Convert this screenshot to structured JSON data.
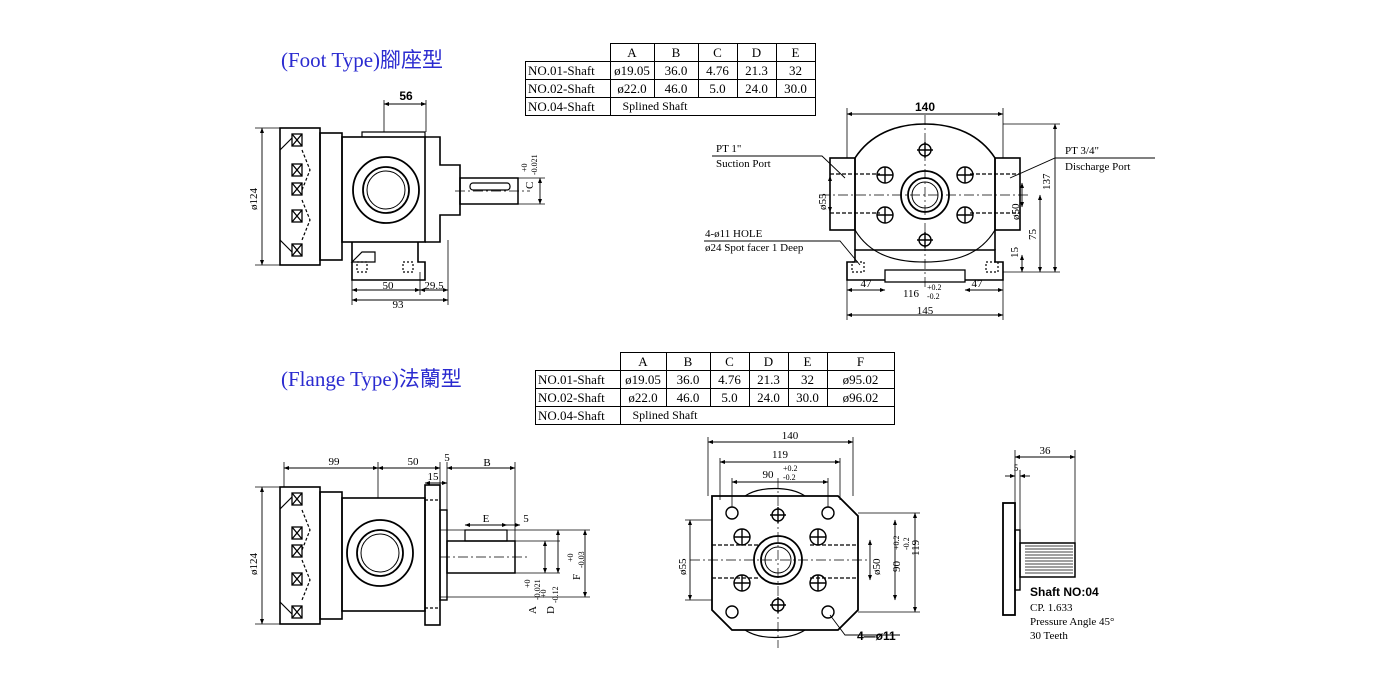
{
  "foot": {
    "title": "(Foot Type)腳座型",
    "table": {
      "headers": [
        "A",
        "B",
        "C",
        "D",
        "E"
      ],
      "rows": [
        {
          "label": "NO.01-Shaft",
          "values": [
            "ø19.05",
            "36.0",
            "4.76",
            "21.3",
            "32"
          ]
        },
        {
          "label": "NO.02-Shaft",
          "values": [
            "ø22.0",
            "46.0",
            "5.0",
            "24.0",
            "30.0"
          ]
        }
      ],
      "splined_label": "NO.04-Shaft",
      "splined_value": "Splined Shaft"
    },
    "side": {
      "dim_56": "56",
      "dim_124": "ø124",
      "dim_50": "50",
      "dim_29_5": "29.5",
      "dim_93": "93",
      "tol_plus": "+0",
      "tol_minus": "-0.021",
      "dim_C": "C"
    },
    "front": {
      "dim_140": "140",
      "pt1_label": "PT  1\"",
      "pt1_sub": "Suction Port",
      "pt34_label": "PT 3/4\"",
      "pt34_sub": "Discharge Port",
      "dim_55": "ø55",
      "dim_50": "ø50",
      "dim_137": "137",
      "dim_75": "75",
      "dim_15": "15",
      "hole_label": "4-ø11 HOLE",
      "hole_sub": "ø24 Spot facer 1 Deep",
      "dim_47a": "47",
      "dim_47b": "47",
      "dim_116": "116",
      "tol_plus": "+0.2",
      "tol_minus": "-0.2",
      "dim_145": "145"
    }
  },
  "flange": {
    "title": "(Flange Type)法蘭型",
    "table": {
      "headers": [
        "A",
        "B",
        "C",
        "D",
        "E",
        "F"
      ],
      "rows": [
        {
          "label": "NO.01-Shaft",
          "values": [
            "ø19.05",
            "36.0",
            "4.76",
            "21.3",
            "32",
            "ø95.02"
          ]
        },
        {
          "label": "NO.02-Shaft",
          "values": [
            "ø22.0",
            "46.0",
            "5.0",
            "24.0",
            "30.0",
            "ø96.02"
          ]
        }
      ],
      "splined_label": "NO.04-Shaft",
      "splined_value": "Splined Shaft"
    },
    "side": {
      "dim_99": "99",
      "dim_50": "50",
      "dim_5a": "5",
      "dim_15": "15",
      "dim_B": "B",
      "dim_E": "E",
      "dim_5b": "5",
      "dim_124": "ø124",
      "tol_A_plus": "+0",
      "tol_A_minus": "-0.021",
      "dim_A": "A",
      "tol_D_plus": "+0",
      "tol_D_minus": "-0.12",
      "dim_D": "D",
      "tol_F_plus": "+0",
      "tol_F_minus": "-0.03",
      "dim_F": "F"
    },
    "front": {
      "dim_140": "140",
      "dim_119": "119",
      "dim_90": "90",
      "tol_plus": "+0.2",
      "tol_minus": "-0.2",
      "dim_55": "ø55",
      "dim_50": "ø50",
      "dim_90v": "90",
      "dim_119v": "119",
      "holes": "4—ø11"
    },
    "spline": {
      "dim_36": "36",
      "dim_5": "5",
      "title": "Shaft NO:04",
      "cp": "CP. 1.633",
      "angle": "Pressure Angle 45°",
      "teeth": "30 Teeth"
    }
  }
}
